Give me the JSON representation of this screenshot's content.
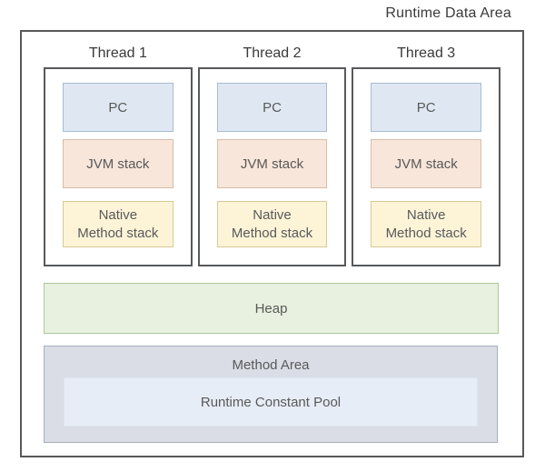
{
  "title": "Runtime Data Area",
  "threads": [
    {
      "label": "Thread 1",
      "components": {
        "pc": "PC",
        "jvm_stack": "JVM stack",
        "native_method_stack": "Native Method stack"
      }
    },
    {
      "label": "Thread 2",
      "components": {
        "pc": "PC",
        "jvm_stack": "JVM stack",
        "native_method_stack": "Native Method stack"
      }
    },
    {
      "label": "Thread 3",
      "components": {
        "pc": "PC",
        "jvm_stack": "JVM stack",
        "native_method_stack": "Native Method stack"
      }
    }
  ],
  "heap": {
    "label": "Heap"
  },
  "method_area": {
    "label": "Method Area",
    "runtime_constant_pool": {
      "label": "Runtime Constant Pool"
    }
  },
  "colors": {
    "outline": "#58595b",
    "heading_text": "#3a3a3a",
    "label_text": "#595959",
    "pc_fill": "#dfe8f2",
    "pc_border": "#a9bcd2",
    "jvm_stack_fill": "#f8e6da",
    "jvm_stack_border": "#d9bca9",
    "native_stack_fill": "#fdf4d8",
    "native_stack_border": "#d6ca96",
    "heap_fill": "#e8f0df",
    "heap_border": "#aec79a",
    "method_area_fill": "#dadde6",
    "method_area_border": "#a8aebc",
    "runtime_constant_pool_fill": "#e7edf6",
    "runtime_constant_pool_border": "#dce5f0"
  }
}
